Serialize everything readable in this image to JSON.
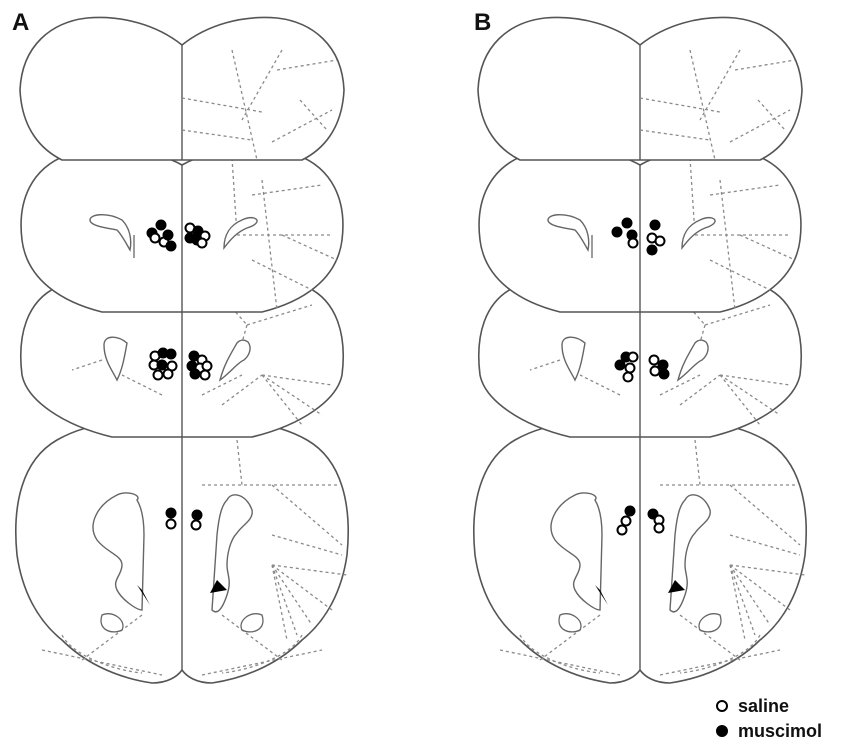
{
  "panels": [
    {
      "id": "A",
      "label": "A"
    },
    {
      "id": "B",
      "label": "B"
    }
  ],
  "legend": {
    "saline": {
      "label": "saline",
      "fill": "#ffffff",
      "stroke": "#000000"
    },
    "muscimol": {
      "label": "muscimol",
      "fill": "#000000",
      "stroke": "#000000"
    }
  },
  "colors": {
    "outline": "#555555",
    "dashed": "#8a8a8a",
    "marker": "#000000"
  }
}
